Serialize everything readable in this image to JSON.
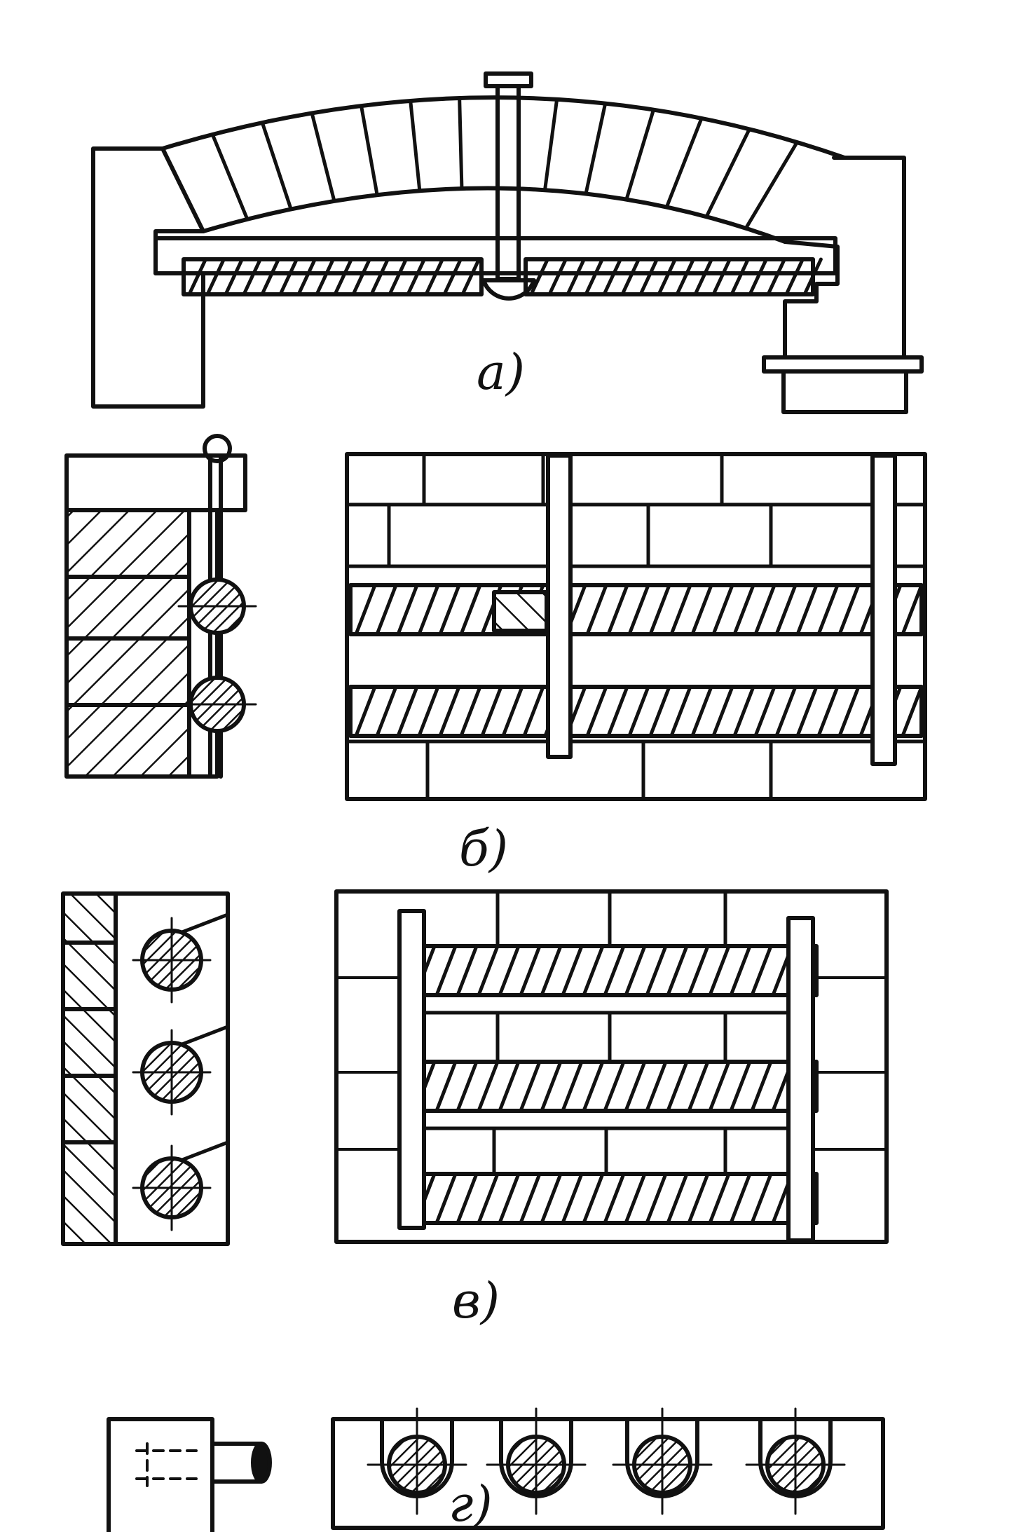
{
  "figure": {
    "labels": {
      "a": "а)",
      "b": "б)",
      "v": "в)",
      "g": "г)"
    }
  },
  "colors": {
    "ink": "#111111",
    "paper": "#ffffff"
  },
  "icons": {
    "arch": "brick-arch-icon",
    "coil": "spiral-heater-coil-icon",
    "hook": "hanger-hook-icon"
  }
}
